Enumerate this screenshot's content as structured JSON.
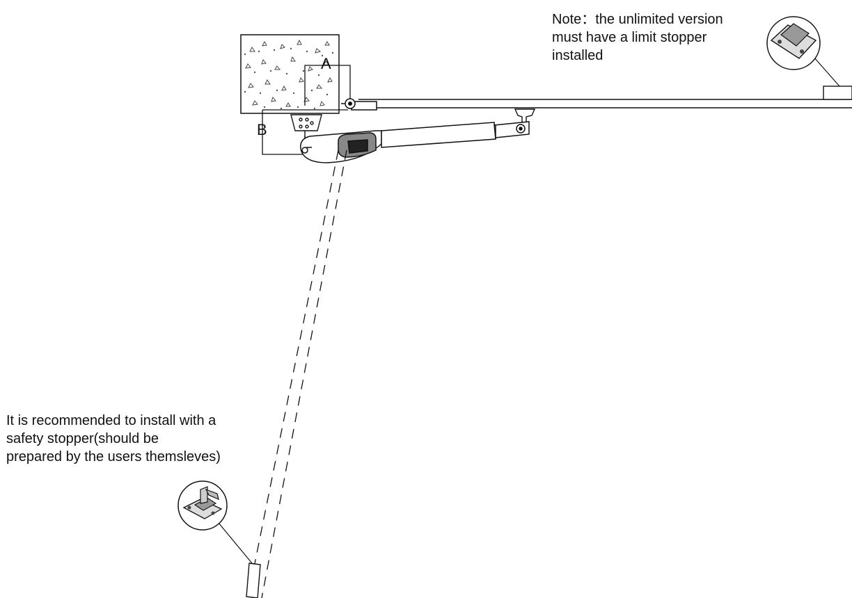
{
  "diagram": {
    "labels": {
      "a": "A",
      "b": "B"
    },
    "notes": {
      "top_lines": [
        "Note：the unlimited version",
        "must have a limit stopper",
        "installed"
      ],
      "bottom_lines": [
        "It is recommended to install with a",
        "safety stopper(should be",
        "prepared by the users themsleves)"
      ]
    },
    "icons": {
      "pillar": "concrete-pillar-icon",
      "bracket": "rear-bracket-icon",
      "motor": "gate-opener-motor-icon",
      "front_bracket": "front-bracket-icon",
      "hinge": "gate-hinge-icon",
      "limit_stopper": "limit-stopper-icon",
      "safety_stopper": "safety-stopper-icon"
    },
    "colors": {
      "line": "#111111",
      "background": "#ffffff"
    }
  }
}
